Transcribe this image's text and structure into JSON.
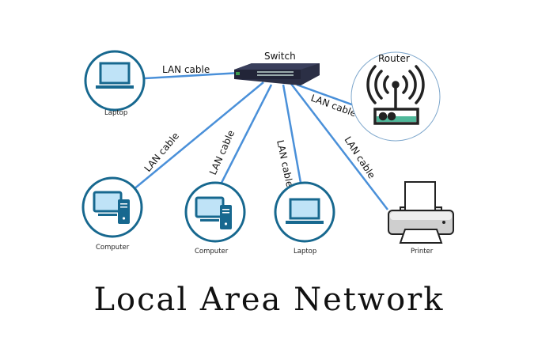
{
  "title": "Local Area Network",
  "cable_label": "LAN cable",
  "nodes": {
    "switch": "Switch",
    "router": "Router",
    "laptop_top": "Laptop",
    "computer_1": "Computer",
    "computer_2": "Computer",
    "laptop_bottom": "Laptop",
    "printer": "Printer"
  },
  "colors": {
    "cable": "#4a90d9",
    "ring": "#17688f",
    "screen": "#bfe3f7",
    "router_accent": "#4fb89a"
  }
}
